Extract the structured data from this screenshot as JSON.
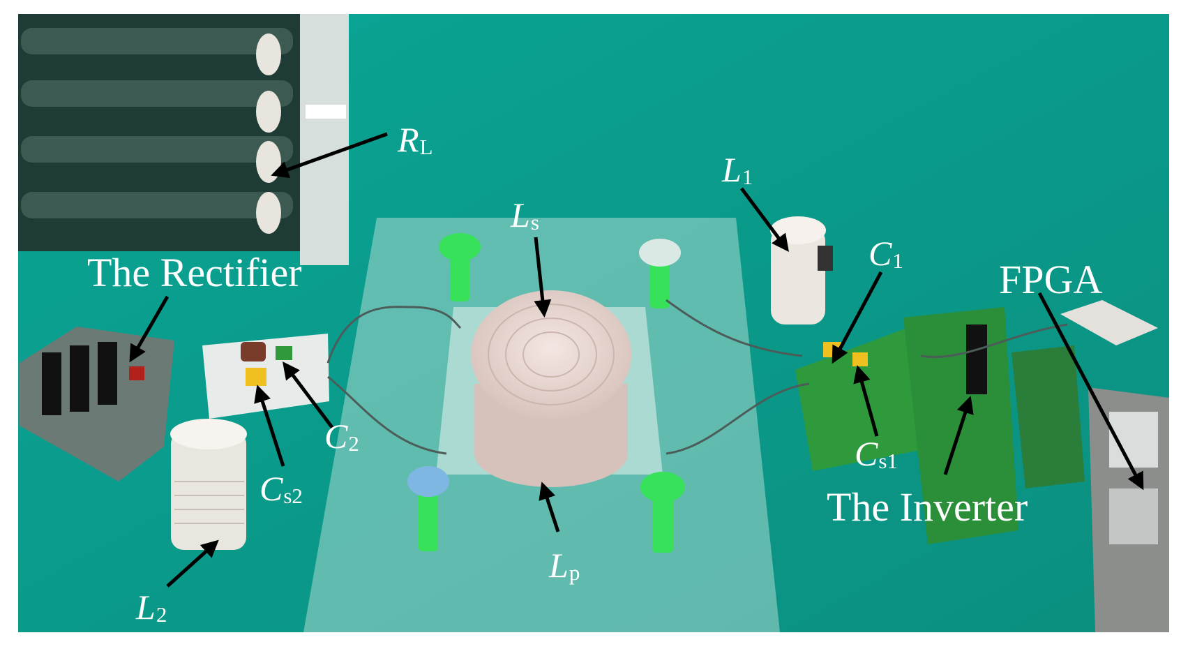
{
  "photo": {
    "colors": {
      "table": "#0f9e8c",
      "table_dark": "#0a7f70",
      "plate": "#a9d9cf",
      "coil": "#ead8d2",
      "pcb": "#2e9a3c",
      "spool": "#37e25a",
      "capacitor": "#f0c020",
      "white": "#ffffff",
      "arrow": "#000000"
    },
    "labels": {
      "rl": {
        "sym": "R",
        "sub": "L"
      },
      "l1": {
        "sym": "L",
        "sub": "1"
      },
      "ls": {
        "sym": "L",
        "sub": "s"
      },
      "c1": {
        "sym": "C",
        "sub": "1"
      },
      "rectifier": "The Rectifier",
      "fpga": "FPGA",
      "c2": {
        "sym": "C",
        "sub": "2"
      },
      "cs2": {
        "sym": "C",
        "sub": "s2"
      },
      "cs1": {
        "sym": "C",
        "sub": "s1"
      },
      "inverter": "The Inverter",
      "lp": {
        "sym": "L",
        "sub": "p"
      },
      "l2": {
        "sym": "L",
        "sub": "2"
      }
    }
  }
}
